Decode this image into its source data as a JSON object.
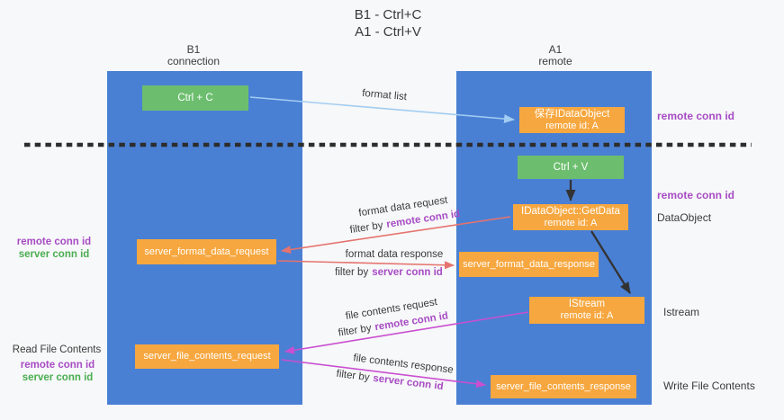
{
  "title": {
    "line1": "B1 - Ctrl+C",
    "line2": "A1 - Ctrl+V"
  },
  "lanes": {
    "left": {
      "name": "B1",
      "subtitle": "connection"
    },
    "right": {
      "name": "A1",
      "subtitle": "remote"
    }
  },
  "nodes": {
    "ctrl_c": {
      "label": "Ctrl + C"
    },
    "ctrl_v": {
      "label": "Ctrl + V"
    },
    "save_idataobject": {
      "line1": "保存IDataObject",
      "line2": "remote id: A"
    },
    "getdata": {
      "line1": "IDataObject::GetData",
      "line2": "remote id: A"
    },
    "istream": {
      "line1": "IStream",
      "line2": "remote id: A"
    },
    "format_request": {
      "label": "server_format_data_request"
    },
    "format_response": {
      "label": "server_format_data_response"
    },
    "file_request": {
      "label": "server_file_contents_request"
    },
    "file_response": {
      "label": "server_file_contents_response"
    }
  },
  "arrow_labels": {
    "format_list": "format list",
    "format_data_request": "format data request",
    "format_data_response": "format data response",
    "file_contents_request": "file contents request",
    "file_contents_response": "file contents response",
    "filter_by": "filter by",
    "remote_conn_id": "remote conn id",
    "server_conn_id": "server conn id"
  },
  "annotations": {
    "remote_conn_id": "remote conn id",
    "server_conn_id": "server conn id",
    "dataobject": "DataObject",
    "istream": "Istream",
    "read_file_contents": "Read File Contents",
    "write_file_contents": "Write File Contents"
  },
  "colors": {
    "lane_blue": "#4a80d4",
    "node_green": "#6cbe6e",
    "node_orange": "#f7a73f",
    "purple_text": "#a74cc4",
    "green_text": "#4aad51",
    "red_arrow": "#e5736e",
    "magenta_arrow": "#c94fd0",
    "light_blue_arrow": "#a2cdf2",
    "black_arrow": "#333333",
    "dashed_divider": "#2d2d2d"
  }
}
